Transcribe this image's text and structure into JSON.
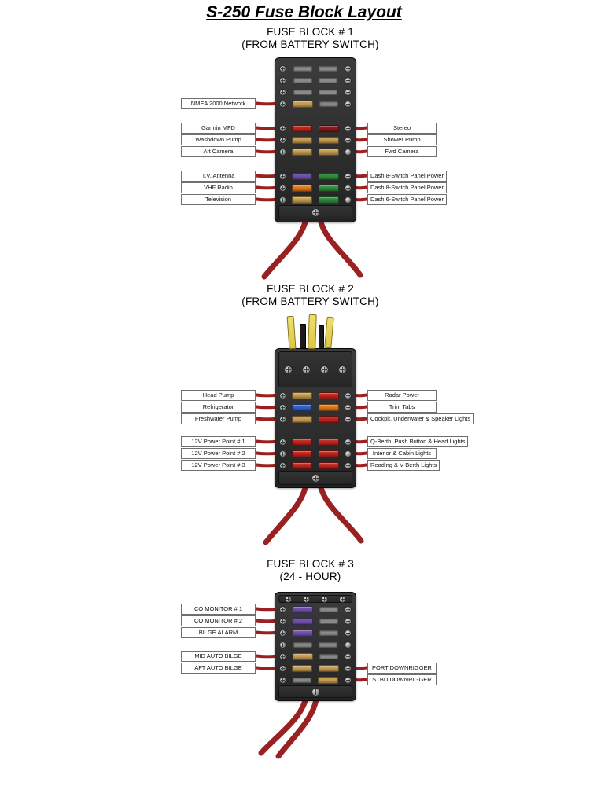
{
  "title": "S-250 Fuse Block Layout",
  "colors": {
    "tan": "#c79d52",
    "red": "#c0251d",
    "dark_red": "#8c1a1a",
    "purple": "#7050a8",
    "green": "#2f8c3c",
    "orange": "#e07a1e",
    "blue": "#3563c8",
    "empty": "#989898",
    "wire": "#9a2121",
    "yellow_connector": "#ddc742"
  },
  "blocks": [
    {
      "heading": "FUSE BLOCK # 1",
      "subheading": "(FROM BATTERY SWITCH)",
      "groups": [
        {
          "rows": [
            {
              "left_fuse": "empty",
              "right_fuse": "empty"
            },
            {
              "left_fuse": "empty",
              "right_fuse": "empty"
            },
            {
              "left_fuse": "empty",
              "right_fuse": "empty"
            },
            {
              "left_fuse": "tan",
              "right_fuse": "empty",
              "left_label": "NMEA 2000 Network"
            }
          ]
        },
        {
          "rows": [
            {
              "left_fuse": "red",
              "right_fuse": "dark_red",
              "left_label": "Garmin MFD",
              "right_label": "Stereo"
            },
            {
              "left_fuse": "tan",
              "right_fuse": "tan",
              "left_label": "Washdown Pump",
              "right_label": "Shower Pump"
            },
            {
              "left_fuse": "tan",
              "right_fuse": "tan",
              "left_label": "Aft Camera",
              "right_label": "Fwd Camera"
            }
          ]
        },
        {
          "rows": [
            {
              "left_fuse": "purple",
              "right_fuse": "green",
              "left_label": "T.V. Antenna",
              "right_label": "Dash 8-Switch Panel Power"
            },
            {
              "left_fuse": "orange",
              "right_fuse": "green",
              "left_label": "VHF Radio",
              "right_label": "Dash 8-Switch Panel Power"
            },
            {
              "left_fuse": "tan",
              "right_fuse": "green",
              "left_label": "Television",
              "right_label": "Dash 6-Switch Panel Power"
            }
          ]
        }
      ]
    },
    {
      "heading": "FUSE BLOCK # 2",
      "subheading": "(FROM BATTERY SWITCH)",
      "groups": [
        {
          "rows": [
            {
              "left_fuse": "tan",
              "right_fuse": "red",
              "left_label": "Head Pump",
              "right_label": "Radar Power"
            },
            {
              "left_fuse": "blue",
              "right_fuse": "orange",
              "left_label": "Refrigerator",
              "right_label": "Trim Tabs"
            },
            {
              "left_fuse": "tan",
              "right_fuse": "red",
              "left_label": "Freshwater Pump",
              "right_label": "Cockpit, Underwater & Speaker Lights"
            }
          ]
        },
        {
          "rows": [
            {
              "left_fuse": "red",
              "right_fuse": "red",
              "left_label": "12V Power Point # 1",
              "right_label": "Q-Berth, Push Button & Head Lights"
            },
            {
              "left_fuse": "red",
              "right_fuse": "red",
              "left_label": "12V Power Point # 2",
              "right_label": "Interior & Cabin Lights"
            },
            {
              "left_fuse": "red",
              "right_fuse": "red",
              "left_label": "12V Power Point # 3",
              "right_label": "Reading & V-Berth Lights"
            }
          ]
        }
      ]
    },
    {
      "heading": "FUSE BLOCK # 3",
      "subheading": "(24 - HOUR)",
      "groups": [
        {
          "rows": [
            {
              "left_fuse": "purple",
              "right_fuse": "empty",
              "left_label": "CO MONITOR # 1"
            },
            {
              "left_fuse": "purple",
              "right_fuse": "empty",
              "left_label": "CO MONITOR # 2"
            },
            {
              "left_fuse": "purple",
              "right_fuse": "empty",
              "left_label": "BILGE ALARM"
            },
            {
              "left_fuse": "empty",
              "right_fuse": "empty"
            }
          ]
        },
        {
          "rows": [
            {
              "left_fuse": "tan",
              "right_fuse": "empty",
              "left_label": "MID AUTO BILGE"
            },
            {
              "left_fuse": "tan",
              "right_fuse": "tan",
              "left_label": "AFT AUTO BILGE",
              "right_label": "PORT DOWNRIGGER"
            },
            {
              "left_fuse": "empty",
              "right_fuse": "tan",
              "right_label": "STBD DOWNRIGGER"
            }
          ]
        }
      ]
    }
  ]
}
